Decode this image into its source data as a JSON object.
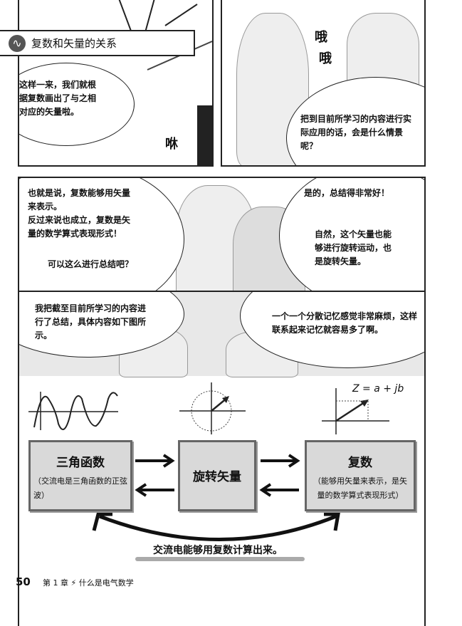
{
  "section_title": "复数和矢量的关系",
  "panel1": {
    "speech": "这样一来，我们就根据复数画出了与之相对应的矢量啦。",
    "sfx": "咻"
  },
  "panel2": {
    "speech": "把到目前所学习的内容进行实际应用的话，会是什么情景呢？",
    "sfx1": "哦",
    "sfx2": "哦"
  },
  "panel3": {
    "speech_left_1": "也就是说，复数能够用矢量来表示。",
    "speech_left_2": "反过来说也成立，复数是矢量的数学算式表现形式！",
    "speech_left_3": "可以这么进行总结吧？",
    "speech_right_1": "是的，总结得非常好！",
    "speech_right_2": "自然，这个矢量也能够进行旋转运动，也是旋转矢量。"
  },
  "panel4": {
    "speech_left": "我把截至目前所学习的内容进行了总结，具体内容如下图所示。",
    "speech_right": "一个一个分散记忆感觉非常麻烦，这样联系起来记忆就容易多了啊。"
  },
  "diagram": {
    "formula": "Z = a + jb",
    "box1_title": "三角函数",
    "box1_sub": "（交流电是三角函数的正弦波）",
    "box2_title": "旋转矢量",
    "box3_title": "复数",
    "box3_sub": "（能够用矢量来表示，是矢量的数学算式表现形式）",
    "caption": "交流电能够用复数计算出来。"
  },
  "footer": {
    "page_number": "50",
    "chapter": "第 1 章 ⚡ 什么是电气数学"
  }
}
